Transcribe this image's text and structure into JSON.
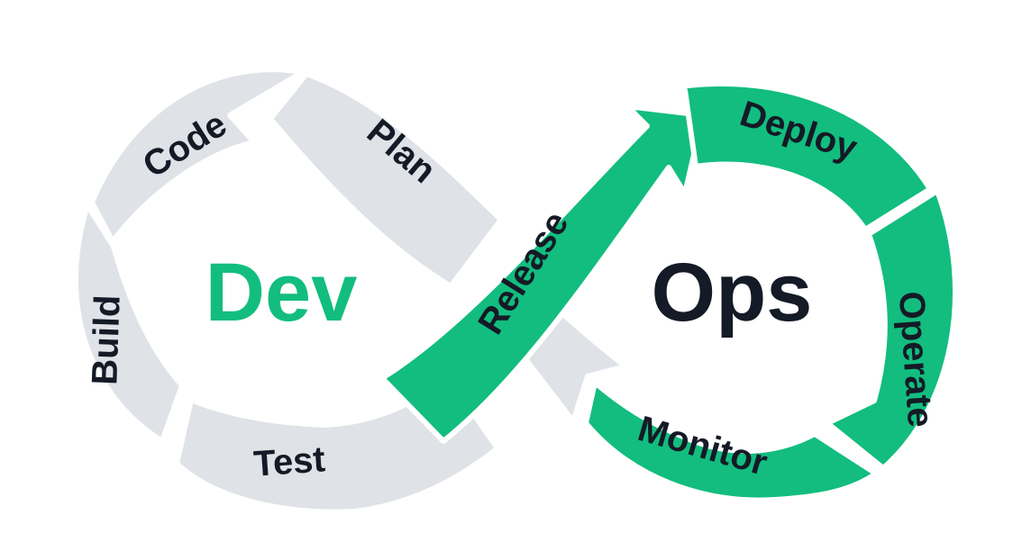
{
  "diagram": {
    "colors": {
      "dev_segment": "#dfe2e6",
      "ops_segment": "#12bd7f",
      "label_text": "#141a26",
      "dev_title": "#12bd7f",
      "ops_title": "#141a26",
      "background": "#ffffff"
    },
    "dev_title": "Dev",
    "ops_title": "Ops",
    "segments": {
      "plan": "Plan",
      "code": "Code",
      "build": "Build",
      "test": "Test",
      "release": "Release",
      "deploy": "Deploy",
      "operate": "Operate",
      "monitor": "Monitor"
    }
  }
}
